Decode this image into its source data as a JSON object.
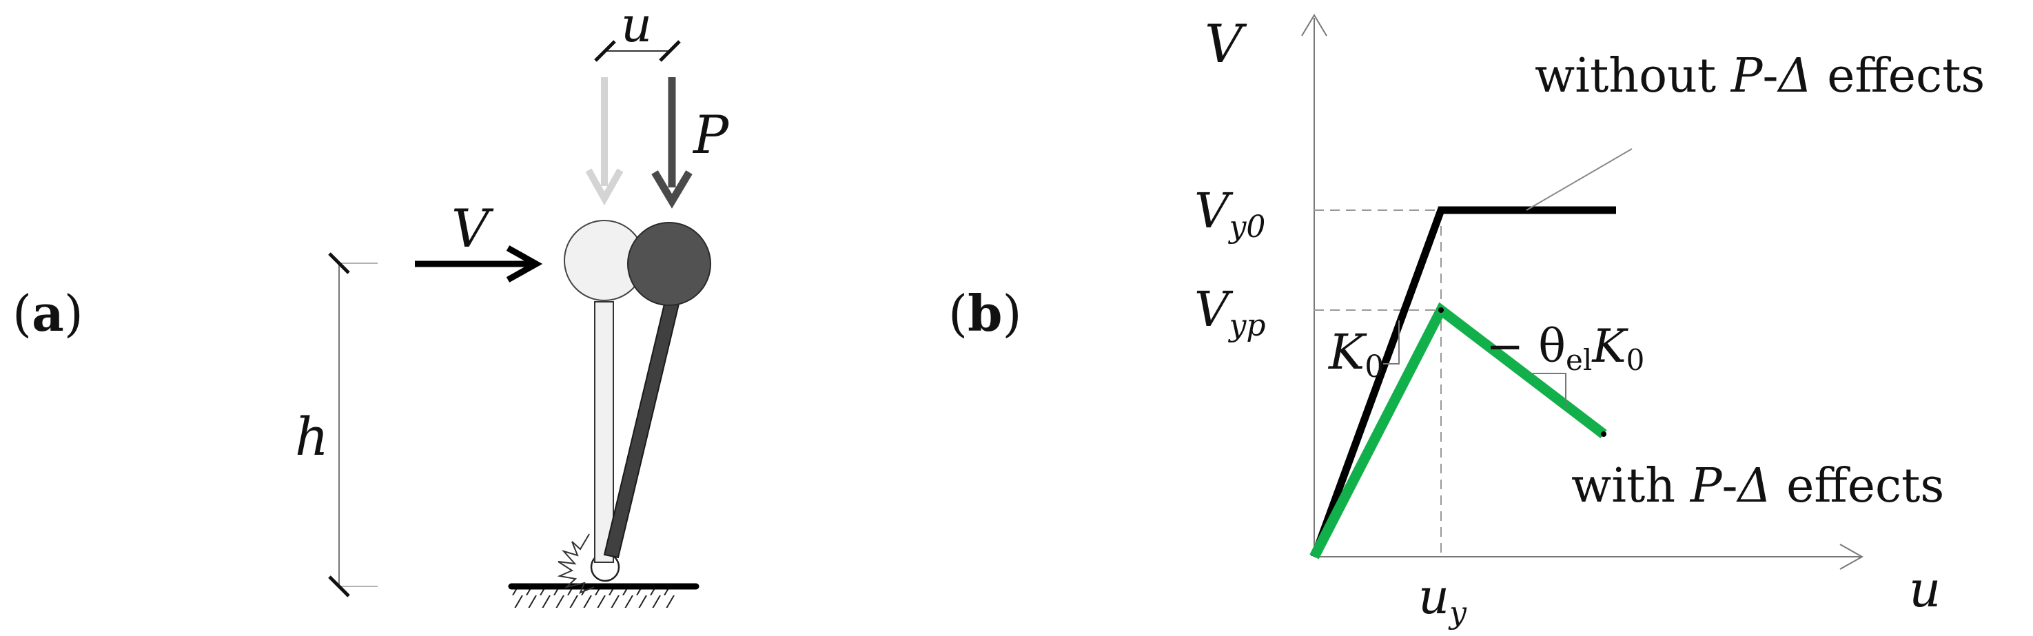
{
  "panels": {
    "a": {
      "label_open": "(",
      "label_letter": "a",
      "label_close": ")",
      "u": "u",
      "P": "P",
      "V": "V",
      "h": "h"
    },
    "b": {
      "label_open": "(",
      "label_letter": "b",
      "label_close": ")",
      "y_axis": "V",
      "x_axis": "u",
      "vy0_main": "V",
      "vy0_sub": "y0",
      "vyp_main": "V",
      "vyp_sub": "yp",
      "uy_main": "u",
      "uy_sub": "y",
      "k0_main": "K",
      "k0_sub": "0",
      "neg_pre": "− θ",
      "neg_sub": "el",
      "neg_main": "K",
      "neg_sub2": "0",
      "without_pre": "without ",
      "without_P": "P",
      "without_dash": "-",
      "without_delta": "Δ",
      "without_post": " effects",
      "with_pre": "with ",
      "with_P": "P",
      "with_dash": "-",
      "with_delta": "Δ",
      "with_post": " effects"
    }
  },
  "colors": {
    "without_curve": "#000000",
    "with_curve": "#12b04a",
    "ghost_mass": "#f1f1f1",
    "deformed_mass": "#525252",
    "ghost_arrow": "#d4d4d4",
    "deformed_arrow": "#4a4a4a"
  }
}
